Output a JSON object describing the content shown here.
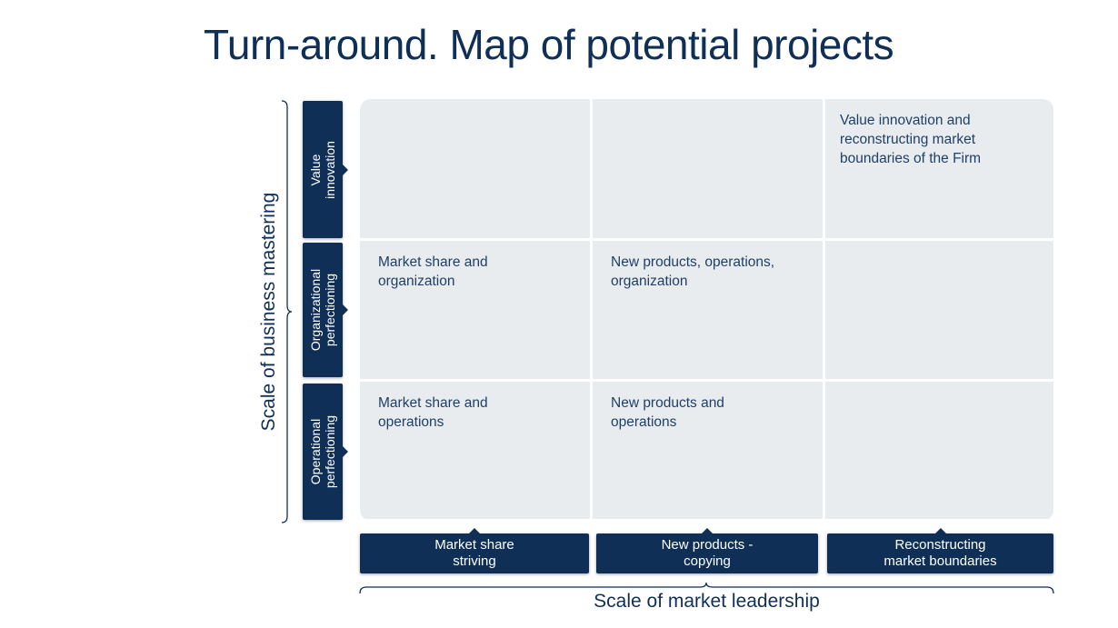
{
  "title": "Turn-around. Map of potential projects",
  "y_axis": {
    "label": "Scale of business mastering",
    "rows": [
      {
        "label": "Value innovation"
      },
      {
        "label": "Organizational perfectioning"
      },
      {
        "label": "Operational perfectioning"
      }
    ]
  },
  "x_axis": {
    "label": "Scale of market leadership",
    "columns": [
      {
        "label": "Market share striving"
      },
      {
        "label": "New products - copying"
      },
      {
        "label": "Reconstructing market boundaries"
      }
    ]
  },
  "cells": [
    [
      "",
      "",
      "Value innovation and reconstructing market boundaries of the Firm"
    ],
    [
      "Market share and organization",
      "New products, operations, organization",
      ""
    ],
    [
      "Market share and operations",
      "New products and operations",
      ""
    ]
  ]
}
